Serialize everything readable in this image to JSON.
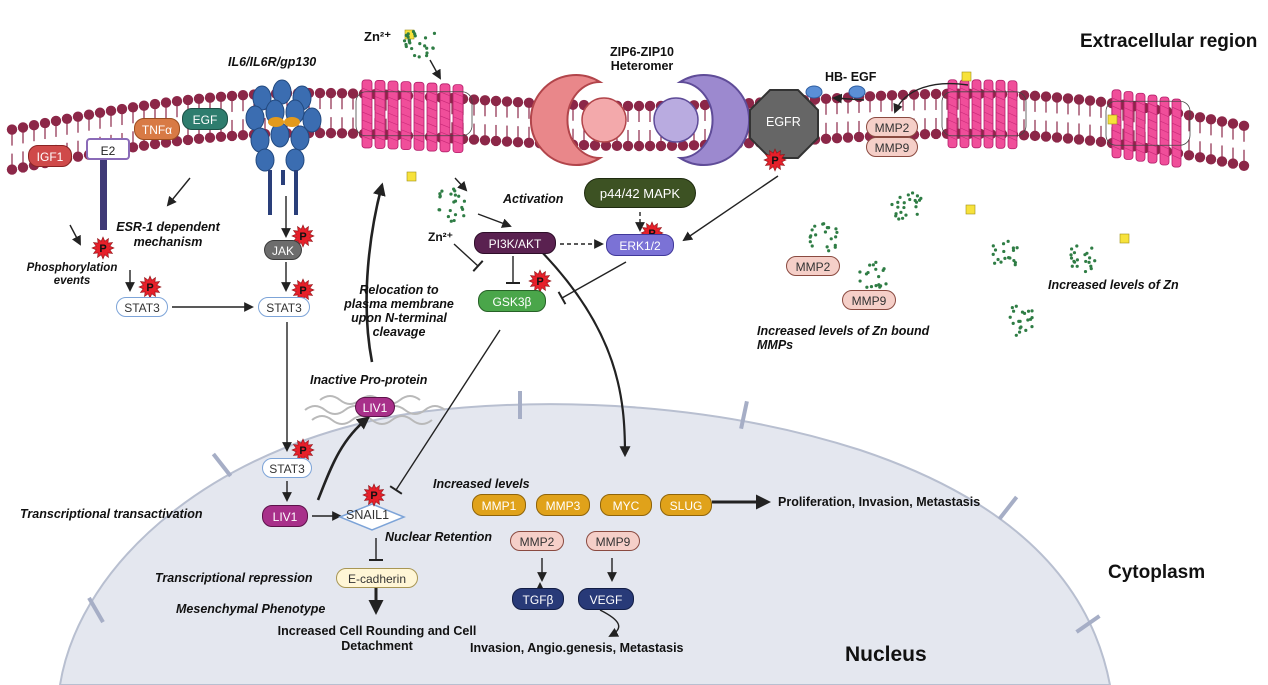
{
  "regions": {
    "extracellular": "Extracellular region",
    "cytoplasm": "Cytoplasm",
    "nucleus": "Nucleus"
  },
  "labels": {
    "zn_top": "Zn²⁺",
    "zn_mid": "Zn²⁺",
    "il6": "IL6/IL6R/gp130",
    "zip": "ZIP6-ZIP10 Heteromer",
    "hb_egf": "HB- EGF",
    "activation": "Activation",
    "esr1": "ESR-1 dependent mechanism",
    "phospho": "Phosphorylation events",
    "relocation": "Relocation to plasma membrane upon N-terminal cleavage",
    "inactive": "Inactive Pro-protein",
    "increased_zn": "Increased levels of Zn",
    "increased_zn_mmps": "Increased levels of Zn bound MMPs",
    "increased_levels": "Increased levels",
    "prolif": "Proliferation, Invasion, Metastasis",
    "transactivation": "Transcriptional transactivation",
    "nuclear_retention": "Nuclear Retention",
    "repression": "Transcriptional repression",
    "mesenchymal": "Mesenchymal Phenotype",
    "rounding": "Increased Cell Rounding and Cell Detachment",
    "invasion": "Invasion, Angio.genesis, Metastasis"
  },
  "nodes": {
    "igf1": "IGF1",
    "e2": "E2",
    "tnfa": "TNFα",
    "egf": "EGF",
    "jak": "JAK",
    "stat3_a": "STAT3",
    "stat3_b": "STAT3",
    "stat3_c": "STAT3",
    "pi3k": "PI3K/AKT",
    "p44": "p44/42 MAPK",
    "erk": "ERK1/2",
    "gsk": "GSK3β",
    "egfr": "EGFR",
    "mmp2_mem": "MMP2",
    "mmp9_mem": "MMP9",
    "mmp2_ext": "MMP2",
    "mmp9_ext": "MMP9",
    "liv1_er": "LIV1",
    "liv1_nuc": "LIV1",
    "snail": "SNAIL1",
    "ecad": "E-cadherin",
    "mmp1": "MMP1",
    "mmp3": "MMP3",
    "myc": "MYC",
    "slug": "SLUG",
    "mmp2_n": "MMP2",
    "mmp9_n": "MMP9",
    "tgfb": "TGFβ",
    "vegf": "VEGF"
  },
  "phospho_badge": "P",
  "colors": {
    "membrane_head": "#8c2748",
    "transporter": "#f04e9a",
    "jak": "#6d6d6d",
    "pi3k": "#5a2150",
    "p44": "#3d5223",
    "erk": "#7b72d6",
    "gsk": "#4aa64a",
    "liv1": "#a8308a",
    "gold": "#e0a21a",
    "navy": "#283a78",
    "mmp_pink": "#f5cfc8",
    "nucleus": "#e3e6ee",
    "igf1": "#cf4a4a",
    "tnfa": "#d87a45",
    "egf": "#2e7d6e",
    "e2": "#8a6bb8"
  }
}
